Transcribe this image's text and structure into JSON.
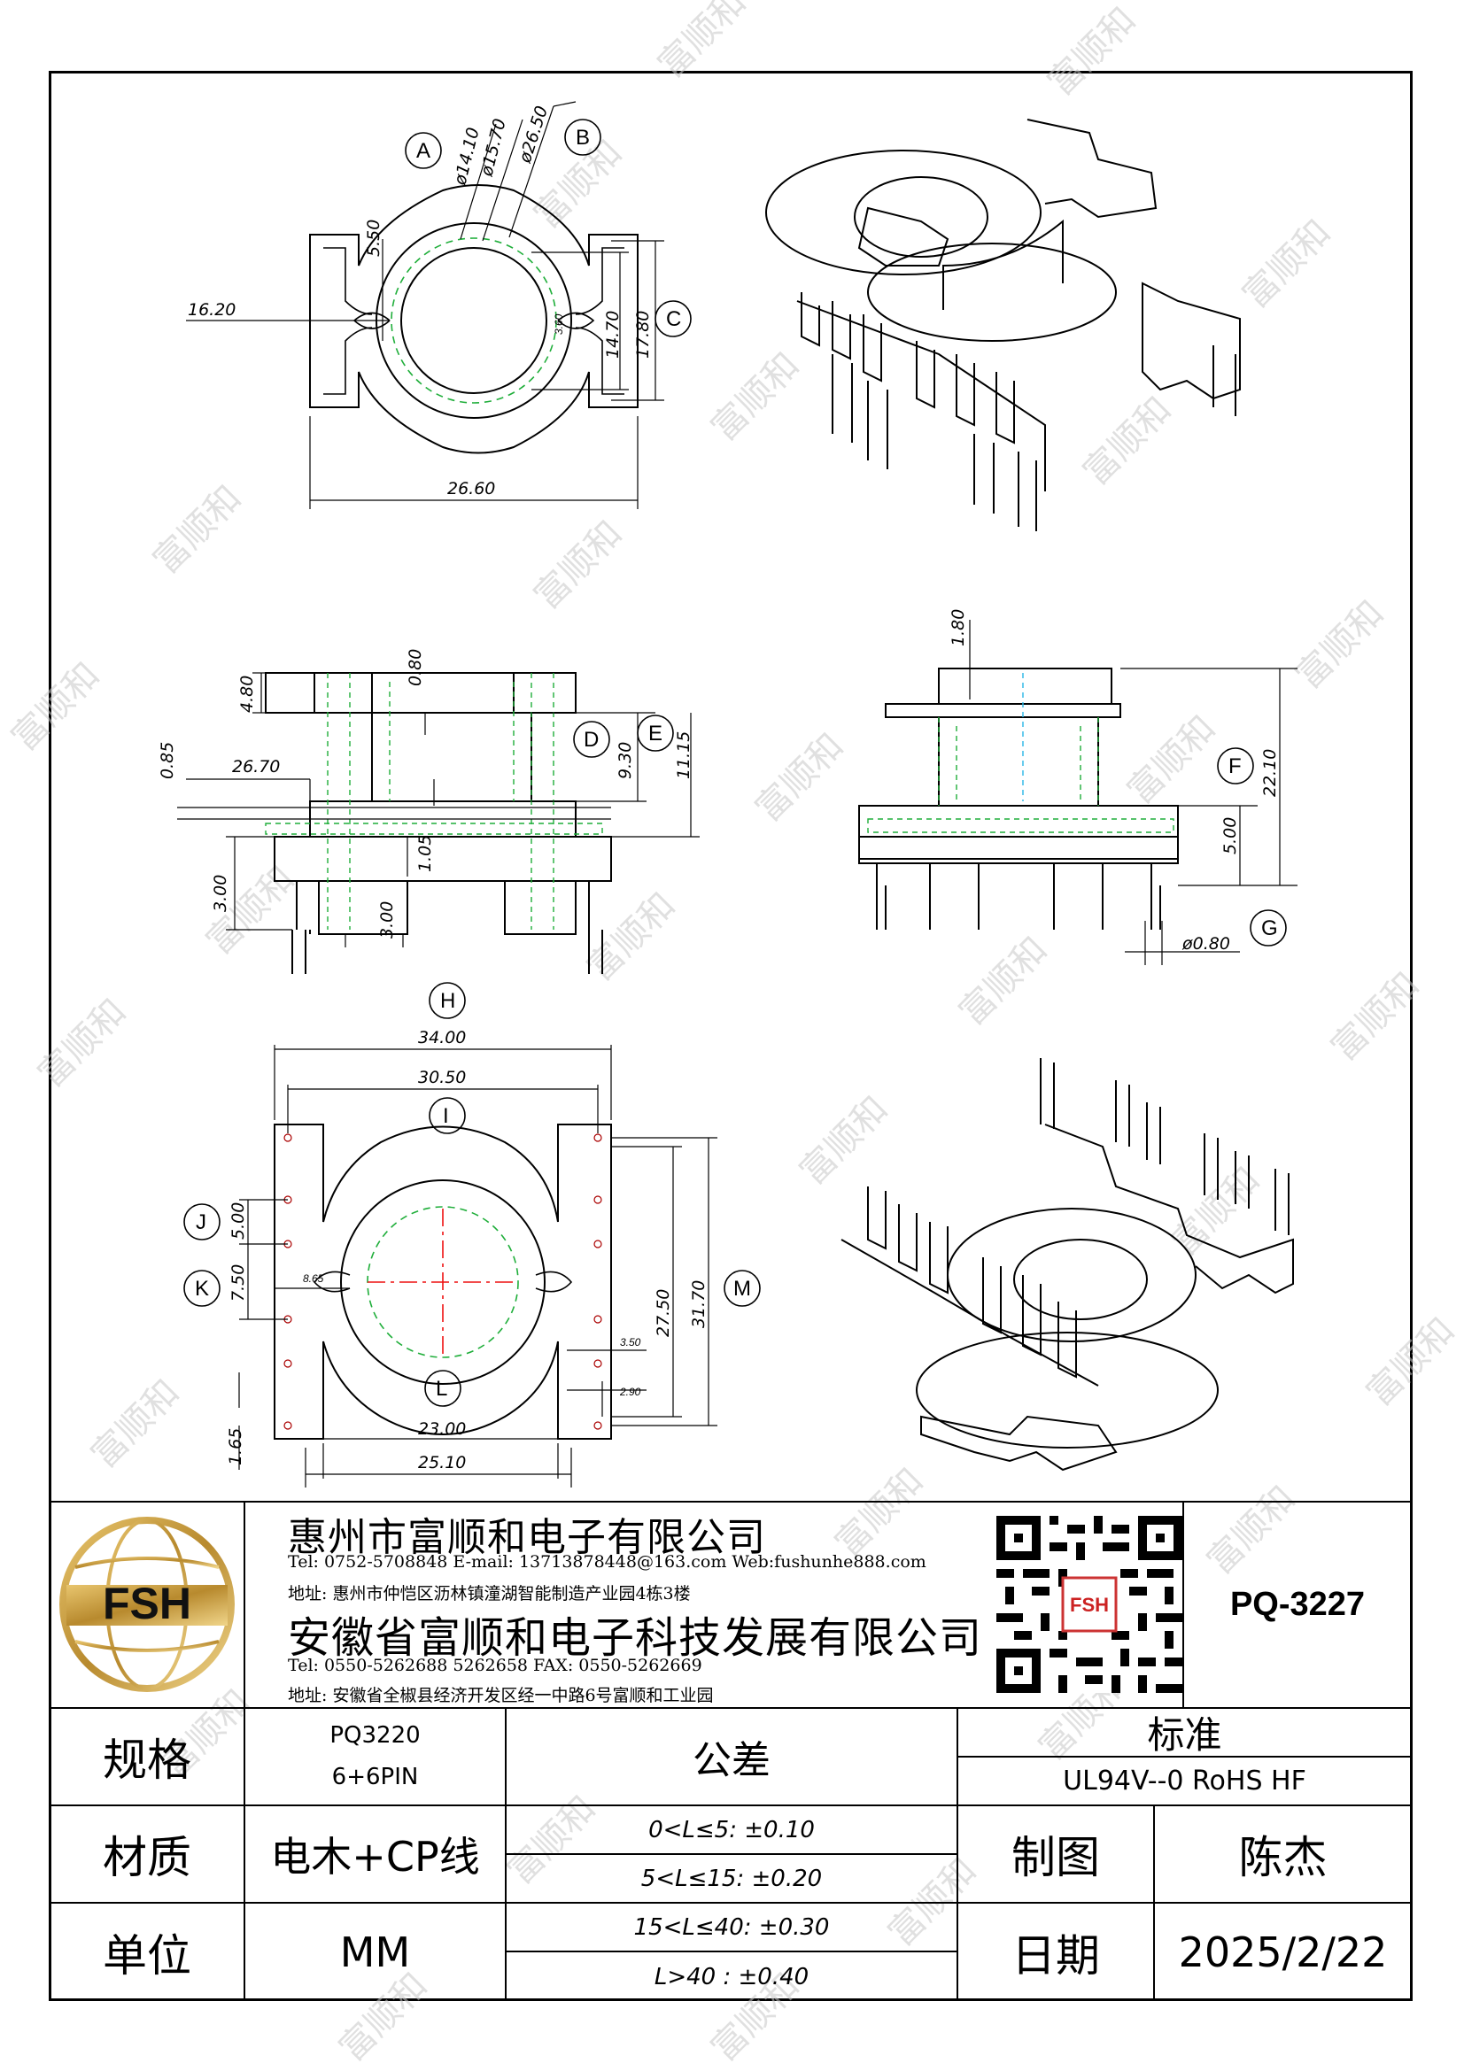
{
  "drawing": {
    "labels": {
      "A": "A",
      "B": "B",
      "C": "C",
      "D": "D",
      "E": "E",
      "F": "F",
      "G": "G",
      "H": "H",
      "I": "I",
      "J": "J",
      "K": "K",
      "L": "L",
      "M": "M"
    },
    "dims_top": {
      "d1": "ø14.10",
      "d2": "ø15.70",
      "d3": "ø26.50",
      "h1": "5.50",
      "w1": "16.20",
      "h2": "14.70",
      "h3": "17.80",
      "s1": "3.60",
      "w2": "26.60"
    },
    "dims_front": {
      "a": "4.80",
      "b": "0.80",
      "c": "0.85",
      "d": "26.70",
      "e": "9.30",
      "f": "11.15",
      "g": "1.05",
      "h": "3.00",
      "i": "3.00"
    },
    "dims_side": {
      "a": "1.80",
      "b": "22.10",
      "c": "5.00",
      "d": "ø0.80"
    },
    "dims_bottom": {
      "a": "34.00",
      "b": "30.50",
      "c": "5.00",
      "d": "7.50",
      "e": "8.65",
      "f": "27.50",
      "g": "31.70",
      "h": "3.50",
      "i": "2.90",
      "j": "1.65",
      "k": "23.00",
      "l": "25.10"
    }
  },
  "watermark": "富顺和",
  "title_block": {
    "logo": "FSH",
    "company1": "惠州市富顺和电子有限公司",
    "company1_contact": "Tel: 0752-5708848  E-mail: 13713878448@163.com  Web:fushunhe888.com",
    "company1_address": "地址: 惠州市仲恺区沥林镇潼湖智能制造产业园4栋3楼",
    "company2": "安徽省富顺和电子科技发展有限公司",
    "company2_contact": "Tel: 0550-5262688  5262658     FAX: 0550-5262669",
    "company2_address": "地址: 安徽省全椒县经济开发区经一中路6号富顺和工业园",
    "qr_label": "FSH",
    "part_no": "PQ-3227"
  },
  "table": {
    "spec_label": "规格",
    "spec_value1": "PQ3220",
    "spec_value2": "6+6PIN",
    "tolerance_label": "公差",
    "standard_label": "标准",
    "standard_value": "UL94V--0  RoHS HF",
    "material_label": "材质",
    "material_value": "电木+CP线",
    "tol1": "0<L≤5: ±0.10",
    "tol2": "5<L≤15: ±0.20",
    "tol3": "15<L≤40: ±0.30",
    "tol4": "L>40 :  ±0.40",
    "drawn_label": "制图",
    "drawn_value": "陈杰",
    "unit_label": "单位",
    "unit_value": "MM",
    "date_label": "日期",
    "date_value": "2025/2/22"
  }
}
